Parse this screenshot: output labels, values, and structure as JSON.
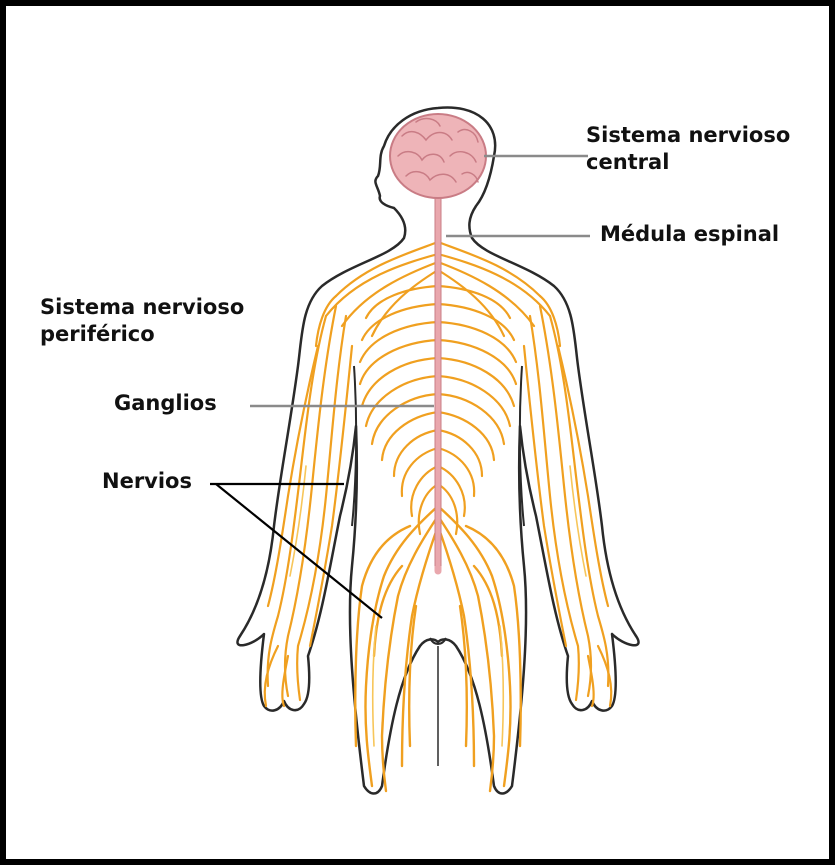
{
  "labels": {
    "central_line1": "Sistema nervioso",
    "central_line2": "central",
    "spinal": "Médula espinal",
    "peripheral_line1": "Sistema nervioso",
    "peripheral_line2": "periférico",
    "ganglia": "Ganglios",
    "nerves": "Nervios"
  },
  "colors": {
    "frame": "#000000",
    "outline": "#2a2a2a",
    "brain": "#eeb4b8",
    "brain_folds": "#c97c85",
    "spinal_cord": "#e9a7ad",
    "nerve": "#f0a020",
    "nerve_light": "#f7c65a",
    "leader_line": "#8a8a8a",
    "pointer_line": "#000000"
  }
}
